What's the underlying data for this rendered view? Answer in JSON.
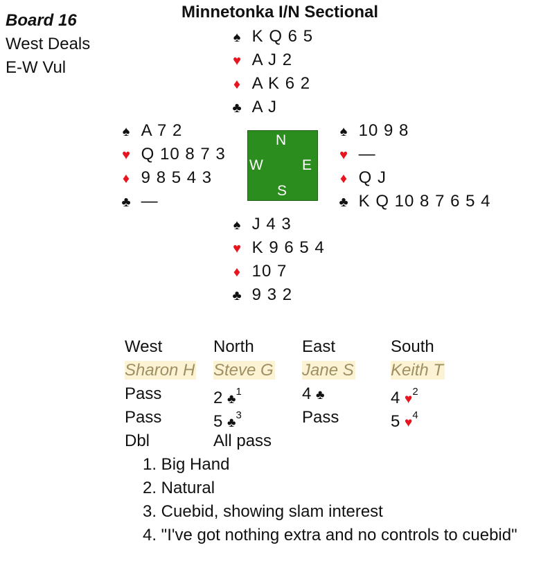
{
  "board": {
    "number": "Board 16",
    "dealer": "West Deals",
    "vulnerability": "E-W Vul",
    "event": "Minnetonka I/N Sectional"
  },
  "suit_symbols": {
    "spades": "♠",
    "hearts": "♥",
    "diamonds": "♦",
    "clubs": "♣"
  },
  "suit_colors": {
    "black": "#111111",
    "red": "#e8141e"
  },
  "compass": {
    "north": "N",
    "south": "S",
    "east": "E",
    "west": "W",
    "table_color": "#2c8d1f"
  },
  "hands": {
    "north": {
      "spades": "K Q 6 5",
      "hearts": "A J 2",
      "diamonds": "A K 6 2",
      "clubs": "A J"
    },
    "west": {
      "spades": "A 7 2",
      "hearts": "Q 10 8 7 3",
      "diamonds": "9 8 5 4 3",
      "clubs": "—"
    },
    "east": {
      "spades": "10 9 8",
      "hearts": "—",
      "diamonds": "Q J",
      "clubs": "K Q 10 8 7 6 5 4"
    },
    "south": {
      "spades": "J 4 3",
      "hearts": "K 9 6 5 4",
      "diamonds": "10 7",
      "clubs": "9 3 2"
    }
  },
  "auction": {
    "headers": [
      "West",
      "North",
      "East",
      "South"
    ],
    "players": [
      "Sharon H",
      "Steve G",
      "Jane S",
      "Keith T"
    ],
    "rounds": [
      [
        {
          "text": "Pass"
        },
        {
          "text": "2",
          "suit": "♣",
          "note": "1"
        },
        {
          "text": "4",
          "suit": "♣"
        },
        {
          "text": "4",
          "suit": "♥",
          "red": true,
          "note": "2"
        }
      ],
      [
        {
          "text": "Pass"
        },
        {
          "text": "5",
          "suit": "♣",
          "note": "3"
        },
        {
          "text": "Pass"
        },
        {
          "text": "5",
          "suit": "♥",
          "red": true,
          "note": "4"
        }
      ],
      [
        {
          "text": "Dbl"
        },
        {
          "text": "All pass"
        }
      ]
    ]
  },
  "notes": [
    "1. Big Hand",
    "2. Natural",
    "3. Cuebid, showing slam interest",
    "4. \"I've got nothing extra and no controls to cuebid\""
  ]
}
